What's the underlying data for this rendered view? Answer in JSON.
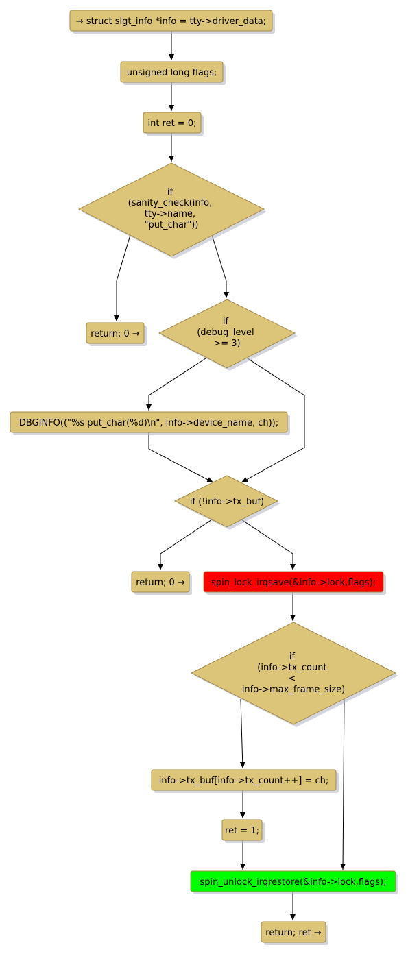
{
  "colors": {
    "node_fill": "#dcc479",
    "node_stroke": "#a08a48",
    "lock_fill": "#ff0000",
    "unlock_fill": "#00ff00",
    "edge": "#000000"
  },
  "nodes": {
    "info_decl": "→ struct slgt_info *info = tty->driver_data;",
    "flags_decl": "unsigned long flags;",
    "ret_decl": "int ret = 0;",
    "sanity_if": [
      "if",
      "(sanity_check(info,",
      "tty->name,",
      "\"put_char\"))"
    ],
    "return_zero_1": "return; 0 →",
    "debug_if": [
      "if",
      "(debug_level",
      ">= 3)"
    ],
    "dbginfo": "DBGINFO((\"%s put_char(%d)\\n\", info->device_name, ch));",
    "txbuf_if": "if (!info->tx_buf)",
    "return_zero_2": "return; 0 →",
    "spin_lock": "spin_lock_irqsave(&info->lock,flags);",
    "txcount_if": [
      "if",
      "(info->tx_count",
      "<",
      "info->max_frame_size)"
    ],
    "txbuf_assign": "info->tx_buf[info->tx_count++] = ch;",
    "ret_one": "ret = 1;",
    "spin_unlock": "spin_unlock_irqrestore(&info->lock,flags);",
    "return_ret": "return; ret →"
  }
}
